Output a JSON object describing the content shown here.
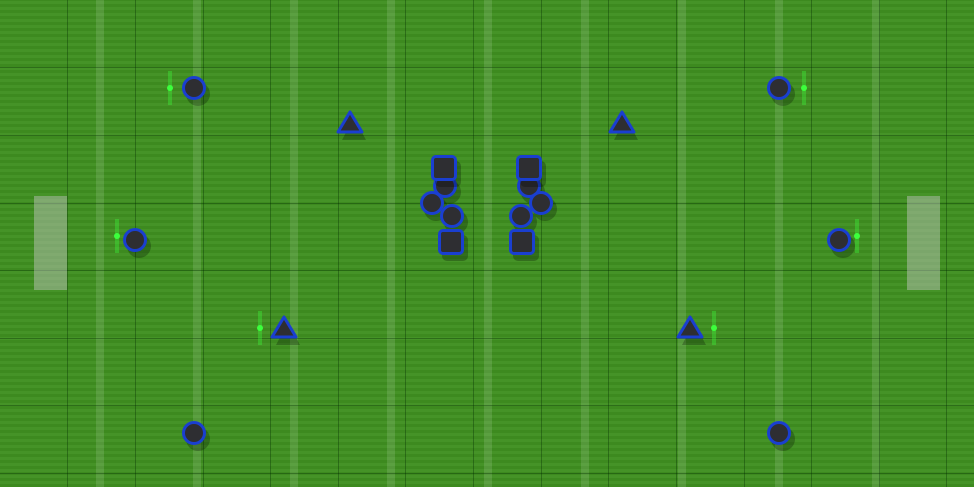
{
  "field": {
    "grass_color": "#3f9020",
    "team_outline_color": "#1a3fd0",
    "player_fill_color": "#2e2e32",
    "marker_color": "#3cff3c"
  },
  "players": [
    {
      "id": "p1",
      "shape": "circle"
    },
    {
      "id": "p2",
      "shape": "circle"
    },
    {
      "id": "p3",
      "shape": "circle"
    },
    {
      "id": "p4",
      "shape": "circle"
    },
    {
      "id": "p5",
      "shape": "circle"
    },
    {
      "id": "p6",
      "shape": "circle"
    },
    {
      "id": "p7",
      "shape": "triangle"
    },
    {
      "id": "p8",
      "shape": "triangle"
    },
    {
      "id": "p9",
      "shape": "triangle"
    },
    {
      "id": "p10",
      "shape": "triangle"
    },
    {
      "id": "p11",
      "shape": "square"
    },
    {
      "id": "p12",
      "shape": "square"
    },
    {
      "id": "p13",
      "shape": "square"
    },
    {
      "id": "p14",
      "shape": "square"
    },
    {
      "id": "p15",
      "shape": "circle"
    },
    {
      "id": "p16",
      "shape": "circle"
    },
    {
      "id": "p17",
      "shape": "circle"
    },
    {
      "id": "p18",
      "shape": "circle"
    },
    {
      "id": "p19",
      "shape": "circle"
    },
    {
      "id": "p20",
      "shape": "circle"
    }
  ]
}
